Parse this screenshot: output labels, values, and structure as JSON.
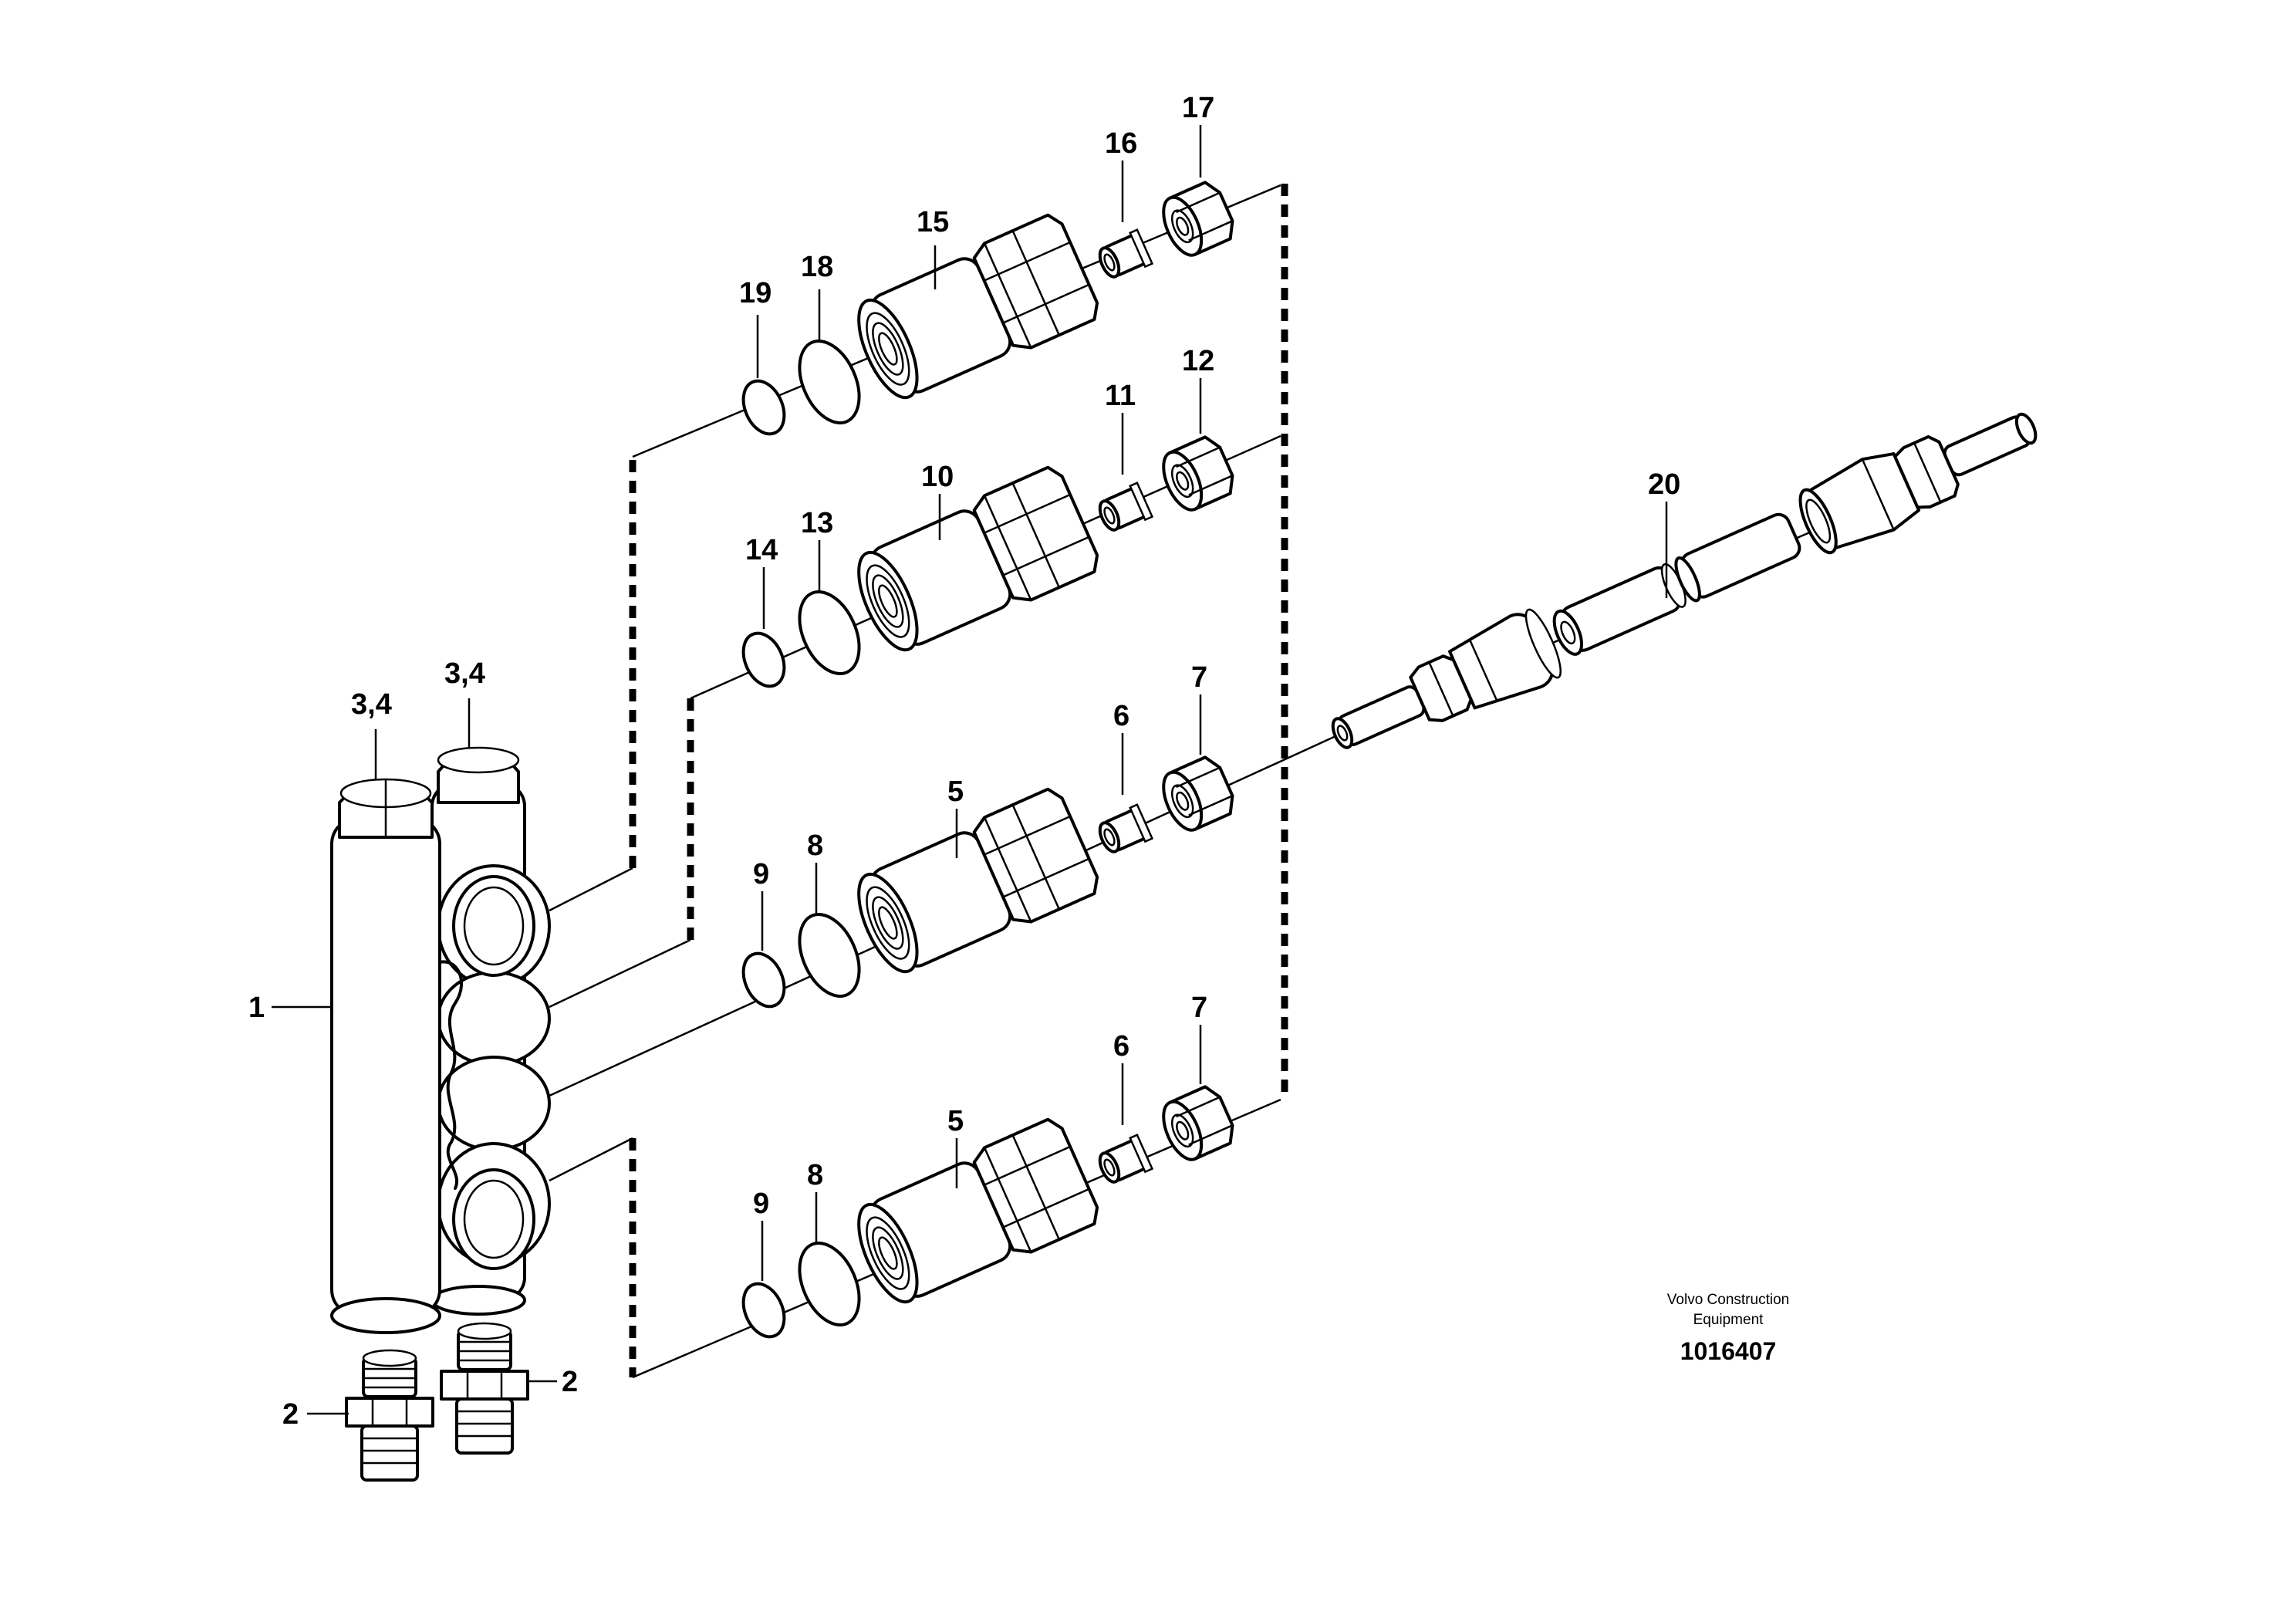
{
  "callouts": {
    "c1": "1",
    "c2a": "2",
    "c2b": "2",
    "c34a": "3,4",
    "c34b": "3,4",
    "c5a": "5",
    "c5b": "5",
    "c6a": "6",
    "c6b": "6",
    "c7a": "7",
    "c7b": "7",
    "c8a": "8",
    "c8b": "8",
    "c9a": "9",
    "c9b": "9",
    "c10": "10",
    "c11": "11",
    "c12": "12",
    "c13": "13",
    "c14": "14",
    "c15": "15",
    "c16": "16",
    "c17": "17",
    "c18": "18",
    "c19": "19",
    "c20": "20"
  },
  "caption": {
    "company_line1": "Volvo Construction",
    "company_line2": "Equipment",
    "drawing_number": "1016407"
  }
}
